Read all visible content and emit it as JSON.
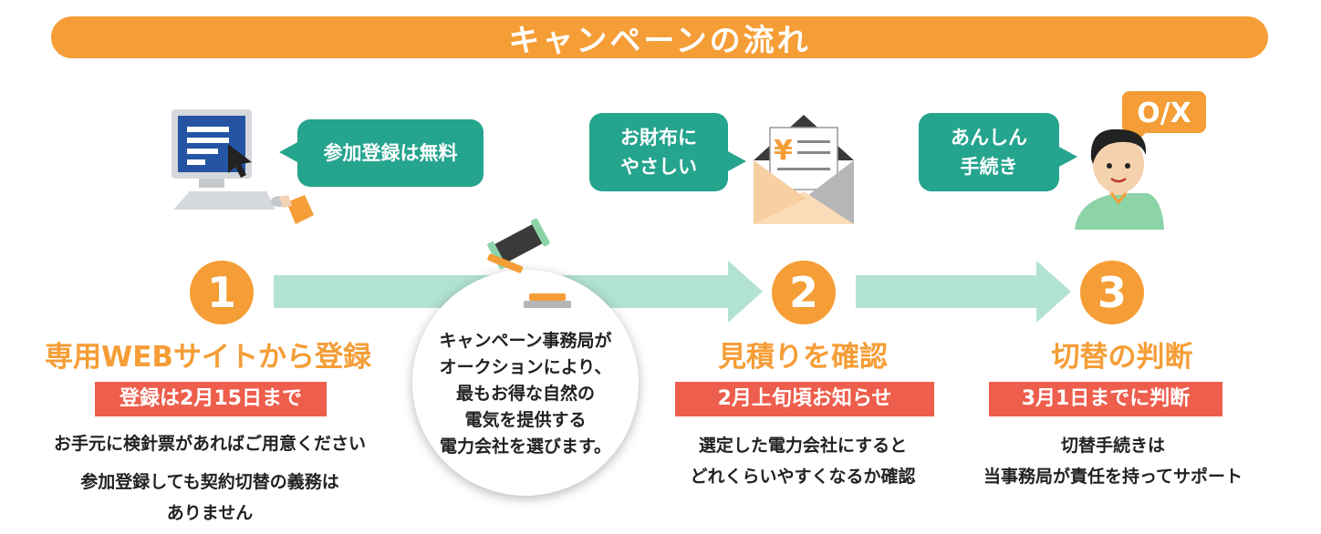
{
  "title": "キャンペーンの流れ",
  "steps": [
    {
      "number": "1",
      "title": "専用WEBサイトから登録",
      "badge": "登録は2月15日まで",
      "desc_lines": [
        "お手元に検針票があればご用意ください",
        "参加登録しても契約切替の義務は",
        "ありません"
      ]
    },
    {
      "number": "2",
      "title": "見積りを確認",
      "badge": "2月上旬頃お知らせ",
      "desc_lines": [
        "選定した電力会社にすると",
        "どれくらいやすくなるか確認"
      ]
    },
    {
      "number": "3",
      "title": "切替の判断",
      "badge": "3月1日までに判断",
      "desc_lines": [
        "切替手続きは",
        "当事務局が責任を持ってサポート"
      ]
    }
  ],
  "bubbles": {
    "registration": [
      "参加登録は無料"
    ],
    "wallet": [
      "お財布に",
      "やさしい"
    ],
    "safe": [
      "あんしん",
      "手続き"
    ]
  },
  "center_text": [
    "キャンペーン事務局が",
    "オークションにより、",
    "最もお得な自然の",
    "電気を提供する",
    "電力会社を選びます。"
  ],
  "icons": {
    "yen_symbol": "¥",
    "quiz_mark": "O/X"
  },
  "colors": {
    "orange": "#f59d36",
    "teal": "#25a48e",
    "mint": "#b2e2d3",
    "red": "#ee5e4d"
  }
}
